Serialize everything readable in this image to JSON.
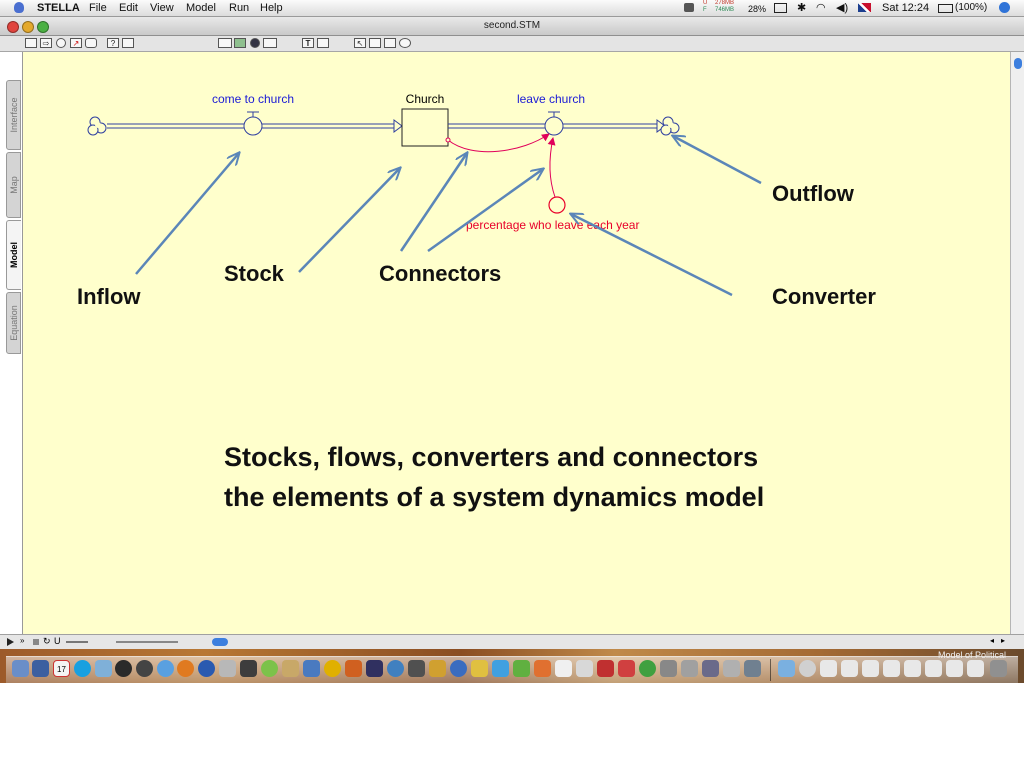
{
  "menubar": {
    "app_name": "STELLA",
    "items": [
      "File",
      "Edit",
      "View",
      "Model",
      "Run",
      "Help"
    ],
    "memory_used": "278MB",
    "memory_free": "746MB",
    "cpu": "28%",
    "clock": "Sat 12:24",
    "battery": "(100%)"
  },
  "window": {
    "title": "second.STM",
    "tabs": [
      "Interface",
      "Map",
      "Model",
      "Equation"
    ],
    "active_tab": "Model",
    "toolbar_text_tool": "T"
  },
  "diagram": {
    "inflow_name": "come to church",
    "stock_name": "Church",
    "outflow_name": "leave church",
    "converter_name": "percentage who leave each year",
    "colors": {
      "canvas": "#ffffcc",
      "flow_label": "#1a1ad6",
      "converter": "#e8002a",
      "connector": "#e0005a",
      "pipe": "#3040a0",
      "arrow": "#5b86b8"
    }
  },
  "annotations": {
    "inflow": "Inflow",
    "stock": "Stock",
    "connectors": "Connectors",
    "outflow": "Outflow",
    "converter": "Converter"
  },
  "caption": {
    "line1": "Stocks, flows, converters and connectors",
    "line2": "the elements of a system dynamics model"
  },
  "dock": {
    "calendar_day": "17",
    "caption": "Model of Political"
  }
}
